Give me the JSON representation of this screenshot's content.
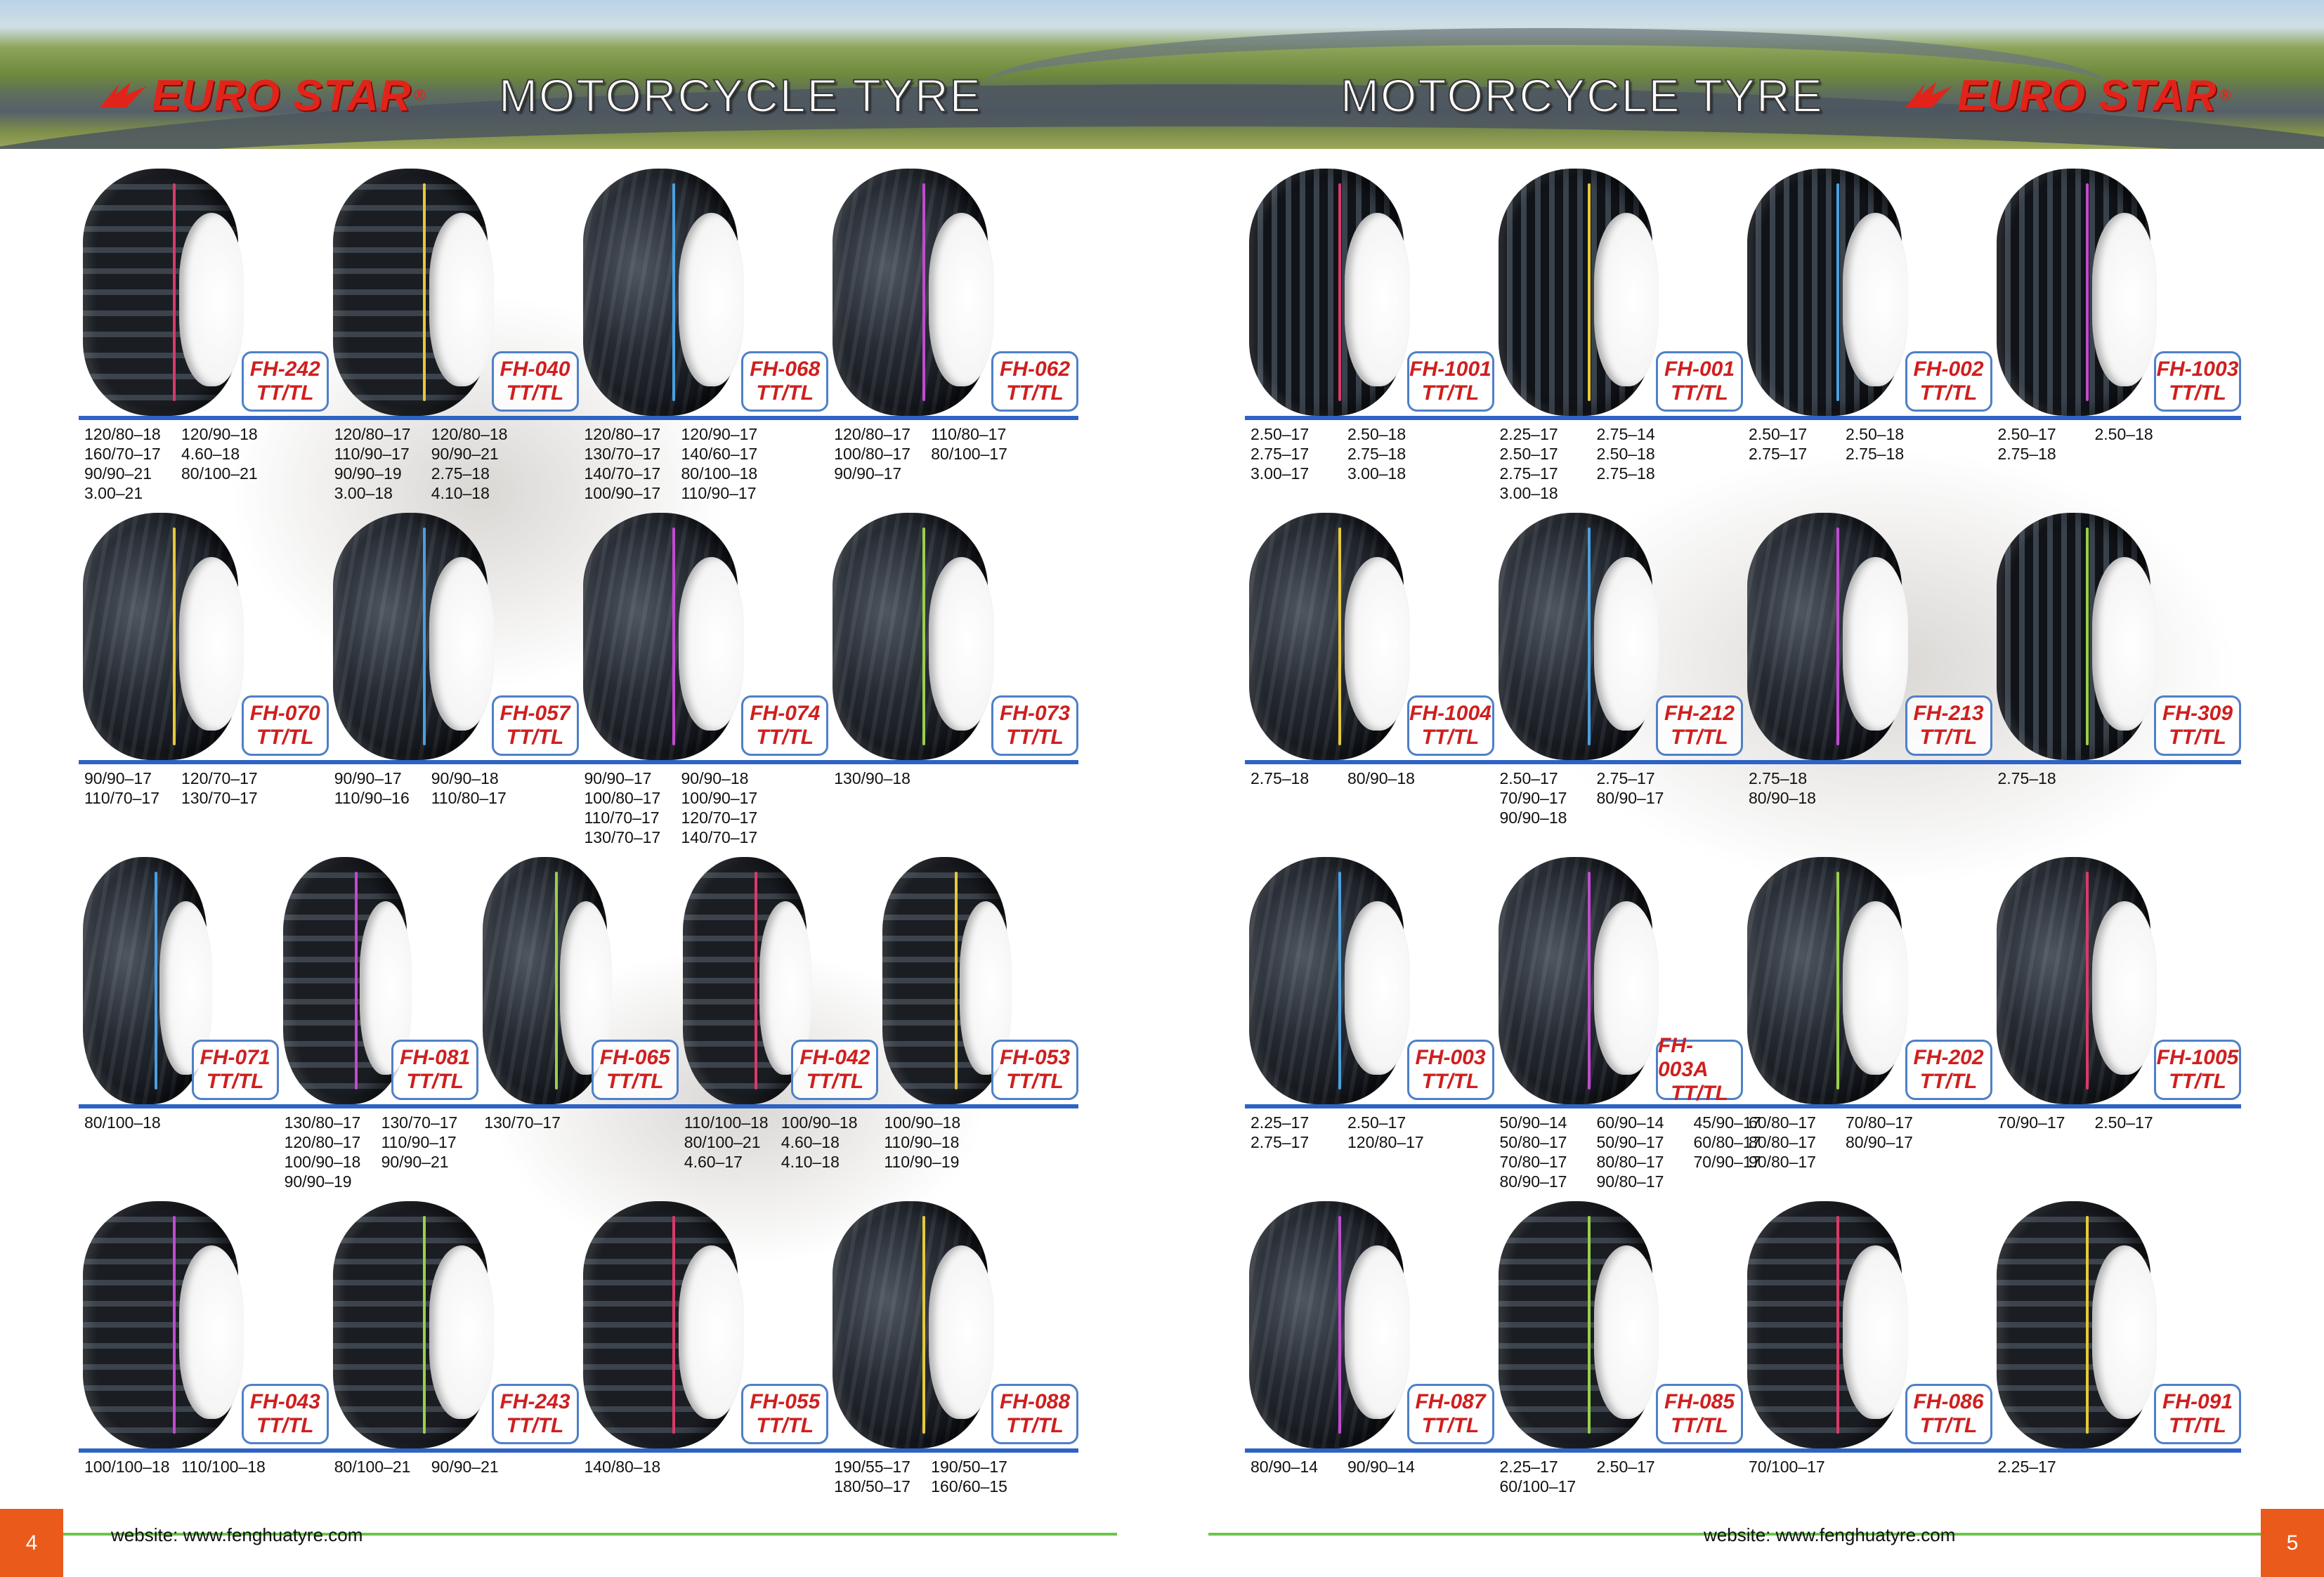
{
  "header": {
    "brand": "EURO STAR",
    "brand_mark": "®",
    "title": "MOTORCYCLE TYRE"
  },
  "footer": {
    "website": "website: www.fenghuatyre.com",
    "page_left": "4",
    "page_right": "5"
  },
  "colors": {
    "brand_red": "#e2231a",
    "label_red": "#cf1f1f",
    "rule_blue": "#2d63c5",
    "footer_green": "#6cc54c",
    "page_orange": "#ea5a1b"
  },
  "left_page": {
    "rows": [
      {
        "tyres": [
          {
            "model": "FH-242",
            "type": "TT/TL",
            "tread": "knobby",
            "sizes": [
              "120/80–18",
              "160/70–17",
              "90/90–21",
              "3.00–21"
            ],
            "sizes2": [
              "120/90–18",
              "4.60–18",
              "80/100–21"
            ]
          },
          {
            "model": "FH-040",
            "type": "TT/TL",
            "tread": "knobby",
            "sizes": [
              "120/80–17",
              "110/90–17",
              "90/90–19",
              "3.00–18"
            ],
            "sizes2": [
              "120/80–18",
              "90/90–21",
              "2.75–18",
              "4.10–18"
            ]
          },
          {
            "model": "FH-068",
            "type": "TT/TL",
            "tread": "road",
            "sizes": [
              "120/80–17",
              "130/70–17",
              "140/70–17",
              "100/90–17"
            ],
            "sizes2": [
              "120/90–17",
              "140/60–17",
              "80/100–18",
              "110/90–17"
            ]
          },
          {
            "model": "FH-062",
            "type": "TT/TL",
            "tread": "road",
            "sizes": [
              "120/80–17",
              "100/80–17",
              "90/90–17"
            ],
            "sizes2": [
              "110/80–17",
              "80/100–17"
            ]
          }
        ]
      },
      {
        "tyres": [
          {
            "model": "FH-070",
            "type": "TT/TL",
            "tread": "road",
            "sizes": [
              "90/90–17",
              "110/70–17"
            ],
            "sizes2": [
              "120/70–17",
              "130/70–17"
            ]
          },
          {
            "model": "FH-057",
            "type": "TT/TL",
            "tread": "road",
            "sizes": [
              "90/90–17",
              "110/90–16"
            ],
            "sizes2": [
              "90/90–18",
              "110/80–17"
            ]
          },
          {
            "model": "FH-074",
            "type": "TT/TL",
            "tread": "road",
            "sizes": [
              "90/90–17",
              "100/80–17",
              "110/70–17",
              "130/70–17"
            ],
            "sizes2": [
              "90/90–18",
              "100/90–17",
              "120/70–17",
              "140/70–17"
            ]
          },
          {
            "model": "FH-073",
            "type": "TT/TL",
            "tread": "road",
            "sizes": [
              "130/90–18"
            ],
            "sizes2": []
          }
        ]
      },
      {
        "tyres": [
          {
            "model": "FH-071",
            "type": "TT/TL",
            "tread": "road",
            "sizes": [
              "80/100–18"
            ],
            "sizes2": []
          },
          {
            "model": "FH-081",
            "type": "TT/TL",
            "tread": "knobby",
            "sizes": [
              "130/80–17",
              "120/80–17",
              "100/90–18",
              "90/90–19"
            ],
            "sizes2": [
              "130/70–17",
              "110/90–17",
              "90/90–21"
            ]
          },
          {
            "model": "FH-065",
            "type": "TT/TL",
            "tread": "road",
            "sizes": [
              "130/70–17"
            ],
            "sizes2": []
          },
          {
            "model": "FH-042",
            "type": "TT/TL",
            "tread": "knobby",
            "sizes": [
              "110/100–18",
              "80/100–21",
              "4.60–17"
            ],
            "sizes2": [
              "100/90–18",
              "4.60–18",
              "4.10–18"
            ]
          },
          {
            "model": "FH-053",
            "type": "TT/TL",
            "tread": "knobby",
            "sizes": [
              "100/90–18",
              "110/90–18",
              "110/90–19"
            ],
            "sizes2": []
          }
        ]
      },
      {
        "tyres": [
          {
            "model": "FH-043",
            "type": "TT/TL",
            "tread": "knobby",
            "sizes": [
              "100/100–18"
            ],
            "sizes2": [
              "110/100–18"
            ]
          },
          {
            "model": "FH-243",
            "type": "TT/TL",
            "tread": "knobby",
            "sizes": [
              "80/100–21"
            ],
            "sizes2": [
              "90/90–21"
            ]
          },
          {
            "model": "FH-055",
            "type": "TT/TL",
            "tread": "knobby",
            "sizes": [
              "140/80–18"
            ],
            "sizes2": []
          },
          {
            "model": "FH-088",
            "type": "TT/TL",
            "tread": "road",
            "sizes": [
              "190/55–17",
              "180/50–17"
            ],
            "sizes2": [
              "190/50–17",
              "160/60–15"
            ]
          }
        ]
      }
    ]
  },
  "right_page": {
    "rows": [
      {
        "tyres": [
          {
            "model": "FH-1001",
            "type": "TT/TL",
            "tread": "rib",
            "sizes": [
              "2.50–17",
              "2.75–17",
              "3.00–17"
            ],
            "sizes2": [
              "2.50–18",
              "2.75–18",
              "3.00–18"
            ]
          },
          {
            "model": "FH-001",
            "type": "TT/TL",
            "tread": "rib",
            "sizes": [
              "2.25–17",
              "2.50–17",
              "2.75–17",
              "3.00–18"
            ],
            "sizes2": [
              "2.75–14",
              "2.50–18",
              "2.75–18"
            ]
          },
          {
            "model": "FH-002",
            "type": "TT/TL",
            "tread": "rib",
            "sizes": [
              "2.50–17",
              "2.75–17"
            ],
            "sizes2": [
              "2.50–18",
              "2.75–18"
            ]
          },
          {
            "model": "FH-1003",
            "type": "TT/TL",
            "tread": "rib",
            "sizes": [
              "2.50–17",
              "2.75–18"
            ],
            "sizes2": [
              "2.50–18"
            ]
          }
        ]
      },
      {
        "tyres": [
          {
            "model": "FH-1004",
            "type": "TT/TL",
            "tread": "road",
            "sizes": [
              "2.75–18"
            ],
            "sizes2": [
              "80/90–18"
            ]
          },
          {
            "model": "FH-212",
            "type": "TT/TL",
            "tread": "road",
            "sizes": [
              "2.50–17",
              "70/90–17",
              "90/90–18"
            ],
            "sizes2": [
              "2.75–17",
              "80/90–17"
            ]
          },
          {
            "model": "FH-213",
            "type": "TT/TL",
            "tread": "road",
            "sizes": [
              "2.75–18",
              "80/90–18"
            ],
            "sizes2": []
          },
          {
            "model": "FH-309",
            "type": "TT/TL",
            "tread": "rib",
            "sizes": [
              "2.75–18"
            ],
            "sizes2": []
          }
        ]
      },
      {
        "tyres": [
          {
            "model": "FH-003",
            "type": "TT/TL",
            "tread": "road",
            "sizes": [
              "2.25–17",
              "2.75–17"
            ],
            "sizes2": [
              "2.50–17",
              "120/80–17"
            ]
          },
          {
            "model": "FH-003A",
            "type": "TT/TL",
            "tread": "road",
            "sizes": [
              "50/90–14",
              "50/80–17",
              "70/80–17",
              "80/90–17"
            ],
            "sizes2": [
              "60/90–14",
              "50/90–17",
              "80/80–17",
              "90/80–17"
            ],
            "sizes3": [
              "45/90–17",
              "60/80–17",
              "70/90–17"
            ]
          },
          {
            "model": "FH-202",
            "type": "TT/TL",
            "tread": "road",
            "sizes": [
              "60/80–17",
              "80/80–17",
              "90/80–17"
            ],
            "sizes2": [
              "70/80–17",
              "80/90–17"
            ]
          },
          {
            "model": "FH-1005",
            "type": "TT/TL",
            "tread": "road",
            "sizes": [
              "70/90–17"
            ],
            "sizes2": [
              "2.50–17"
            ]
          }
        ]
      },
      {
        "tyres": [
          {
            "model": "FH-087",
            "type": "TT/TL",
            "tread": "road",
            "sizes": [
              "80/90–14"
            ],
            "sizes2": [
              "90/90–14"
            ]
          },
          {
            "model": "FH-085",
            "type": "TT/TL",
            "tread": "knobby",
            "sizes": [
              "2.25–17",
              "60/100–17"
            ],
            "sizes2": [
              "2.50–17"
            ]
          },
          {
            "model": "FH-086",
            "type": "TT/TL",
            "tread": "knobby",
            "sizes": [
              "70/100–17"
            ],
            "sizes2": []
          },
          {
            "model": "FH-091",
            "type": "TT/TL",
            "tread": "knobby",
            "sizes": [
              "2.25–17"
            ],
            "sizes2": []
          }
        ]
      }
    ]
  }
}
